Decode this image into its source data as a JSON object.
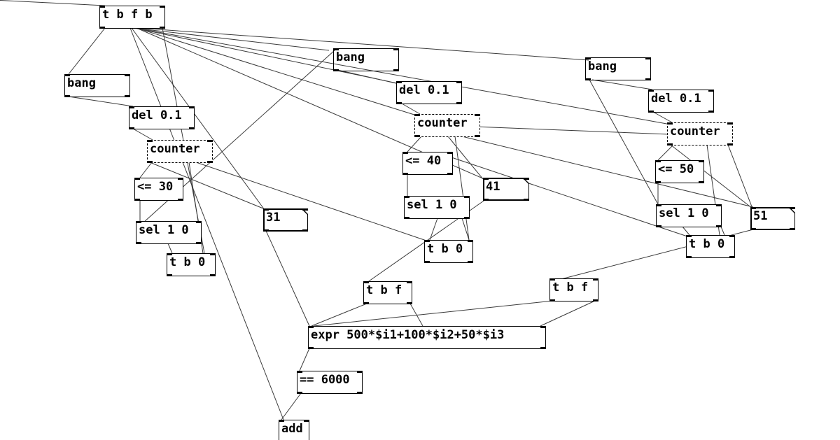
{
  "patch": {
    "objects": {
      "trigger_top": "t b f b",
      "bang_left": "bang",
      "del_left": "del 0.1",
      "counter_left": "counter",
      "cmp_left": "<= 30",
      "sel_left": "sel 1 0",
      "tb0_left": "t b 0",
      "num_31": "31",
      "bang_mid": "bang",
      "del_mid": "del 0.1",
      "counter_mid": "counter",
      "cmp_mid": "<= 40",
      "num_41": "41",
      "sel_mid": "sel 1 0",
      "tb0_mid": "t b 0",
      "bang_right": "bang",
      "del_right": "del 0.1",
      "counter_right": "counter",
      "cmp_right": "<= 50",
      "sel_right": "sel 1 0",
      "num_51": "51",
      "tb0_right": "t b 0",
      "tbf_left": "t b f",
      "tbf_right": "t b f",
      "expr": "expr 500*$i1+100*$i2+50*$i3",
      "eq": "== 6000",
      "add": "add"
    }
  }
}
